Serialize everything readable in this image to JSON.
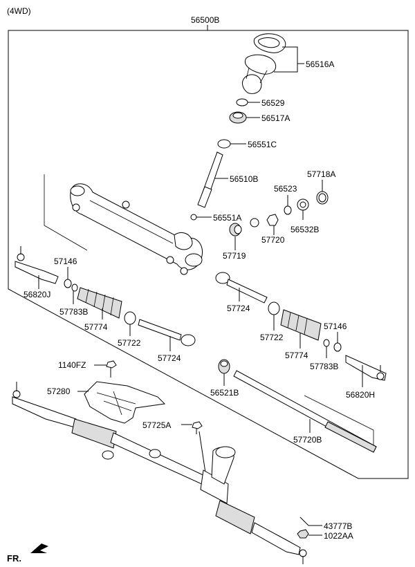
{
  "variant_label": "(4WD)",
  "assembly_label": "56500B",
  "direction_label": "FR.",
  "callouts": [
    {
      "id": "56516A",
      "text": "56516A"
    },
    {
      "id": "56529",
      "text": "56529"
    },
    {
      "id": "56517A",
      "text": "56517A"
    },
    {
      "id": "56551C",
      "text": "56551C"
    },
    {
      "id": "56510B",
      "text": "56510B"
    },
    {
      "id": "57718A",
      "text": "57718A"
    },
    {
      "id": "56523",
      "text": "56523"
    },
    {
      "id": "56532B",
      "text": "56532B"
    },
    {
      "id": "56551A",
      "text": "56551A"
    },
    {
      "id": "57720",
      "text": "57720"
    },
    {
      "id": "57719",
      "text": "57719"
    },
    {
      "id": "57146-left",
      "text": "57146"
    },
    {
      "id": "56820J",
      "text": "56820J"
    },
    {
      "id": "57783B-left",
      "text": "57783B"
    },
    {
      "id": "57774-left",
      "text": "57774"
    },
    {
      "id": "57722-left",
      "text": "57722"
    },
    {
      "id": "57724-left",
      "text": "57724"
    },
    {
      "id": "57724-right",
      "text": "57724"
    },
    {
      "id": "57722-right",
      "text": "57722"
    },
    {
      "id": "57774-right",
      "text": "57774"
    },
    {
      "id": "57146-right",
      "text": "57146"
    },
    {
      "id": "57783B-right",
      "text": "57783B"
    },
    {
      "id": "56820H",
      "text": "56820H"
    },
    {
      "id": "1140FZ",
      "text": "1140FZ"
    },
    {
      "id": "57280",
      "text": "57280"
    },
    {
      "id": "56521B",
      "text": "56521B"
    },
    {
      "id": "57725A",
      "text": "57725A"
    },
    {
      "id": "57720B",
      "text": "57720B"
    },
    {
      "id": "43777B",
      "text": "43777B"
    },
    {
      "id": "1022AA",
      "text": "1022AA"
    }
  ]
}
